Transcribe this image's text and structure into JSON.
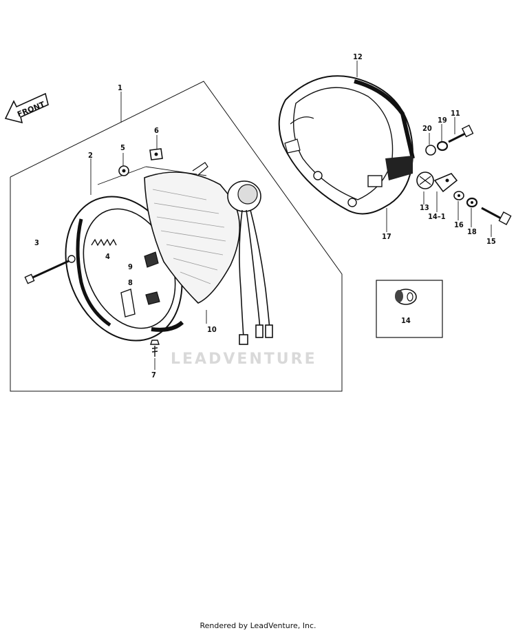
{
  "direction_label": "FRONT",
  "watermark": "LEADVENTURE",
  "footer": "Rendered by LeadVenture, Inc.",
  "callouts": [
    {
      "id": "c1",
      "text": "1"
    },
    {
      "id": "c2",
      "text": "2"
    },
    {
      "id": "c3",
      "text": "3"
    },
    {
      "id": "c4",
      "text": "4"
    },
    {
      "id": "c5",
      "text": "5"
    },
    {
      "id": "c6",
      "text": "6"
    },
    {
      "id": "c7",
      "text": "7"
    },
    {
      "id": "c8",
      "text": "8"
    },
    {
      "id": "c9",
      "text": "9"
    },
    {
      "id": "c10",
      "text": "10"
    },
    {
      "id": "c11",
      "text": "11"
    },
    {
      "id": "c12",
      "text": "12"
    },
    {
      "id": "c13",
      "text": "13"
    },
    {
      "id": "c14-1",
      "text": "14–1"
    },
    {
      "id": "c14",
      "text": "14"
    },
    {
      "id": "c15",
      "text": "15"
    },
    {
      "id": "c16",
      "text": "16"
    },
    {
      "id": "c17",
      "text": "17"
    },
    {
      "id": "c18",
      "text": "18"
    },
    {
      "id": "c19",
      "text": "19"
    },
    {
      "id": "c20",
      "text": "20"
    }
  ]
}
